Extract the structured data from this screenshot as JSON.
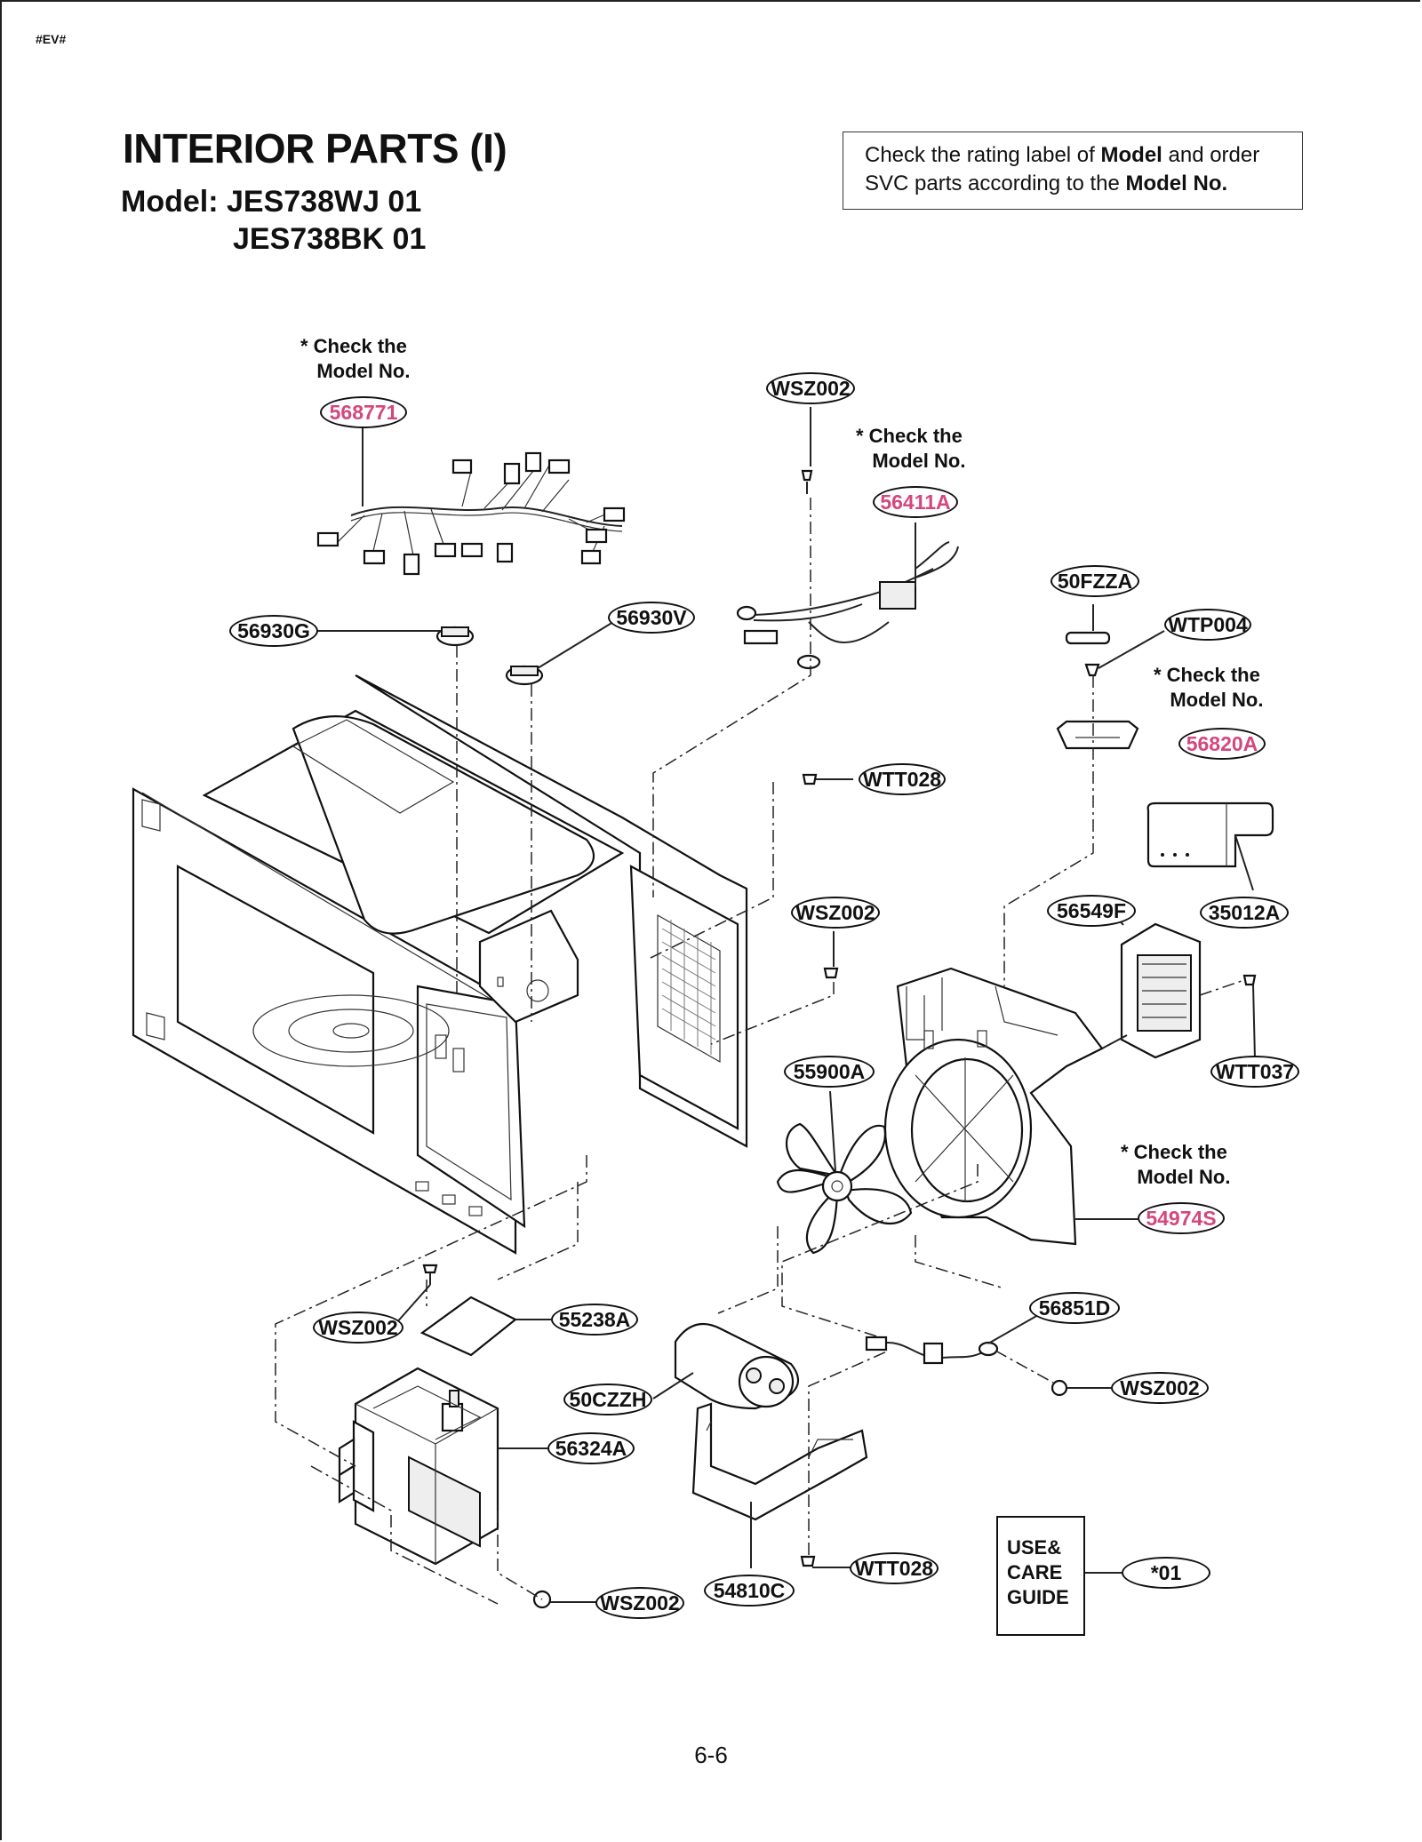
{
  "page": {
    "code_tag": "#EV#",
    "title": "INTERIOR PARTS (I)",
    "model_label": "Model: JES738WJ 01",
    "model_second": "JES738BK 01",
    "notice": {
      "line1_pre": "Check the rating label of ",
      "line1_bold": "Model",
      "line1_post": " and order",
      "line2_pre": "SVC parts according to the ",
      "line2_bold": "Model No."
    },
    "page_number": "6-6"
  },
  "check_notes": [
    "* Check the\n   Model No.",
    "* Check the\n   Model No.",
    "* Check the\n   Model No.",
    "* Check the\n   Model No."
  ],
  "guide": {
    "line1": "USE&",
    "line2": "CARE",
    "line3": "GUIDE"
  },
  "parts": [
    {
      "id": "568771",
      "model_dependent": true
    },
    {
      "id": "WSZ002",
      "model_dependent": false
    },
    {
      "id": "56411A",
      "model_dependent": true
    },
    {
      "id": "50FZZA",
      "model_dependent": false
    },
    {
      "id": "WTP004",
      "model_dependent": false
    },
    {
      "id": "56820A",
      "model_dependent": true
    },
    {
      "id": "56930G",
      "model_dependent": false
    },
    {
      "id": "56930V",
      "model_dependent": false
    },
    {
      "id": "WTT028",
      "model_dependent": false
    },
    {
      "id": "35012A",
      "model_dependent": false
    },
    {
      "id": "WSZ002",
      "model_dependent": false
    },
    {
      "id": "56549F",
      "model_dependent": false
    },
    {
      "id": "WTT037",
      "model_dependent": false
    },
    {
      "id": "55900A",
      "model_dependent": false
    },
    {
      "id": "54974S",
      "model_dependent": true
    },
    {
      "id": "WSZ002",
      "model_dependent": false
    },
    {
      "id": "55238A",
      "model_dependent": false
    },
    {
      "id": "56851D",
      "model_dependent": false
    },
    {
      "id": "WSZ002",
      "model_dependent": false
    },
    {
      "id": "50CZZH",
      "model_dependent": false
    },
    {
      "id": "56324A",
      "model_dependent": false
    },
    {
      "id": "54810C",
      "model_dependent": false
    },
    {
      "id": "WTT028",
      "model_dependent": false
    },
    {
      "id": "WSZ002",
      "model_dependent": false
    },
    {
      "id": "*01",
      "model_dependent": false
    }
  ],
  "colors": {
    "highlight": "#d4477e",
    "ink": "#111111",
    "line": "#222222"
  }
}
